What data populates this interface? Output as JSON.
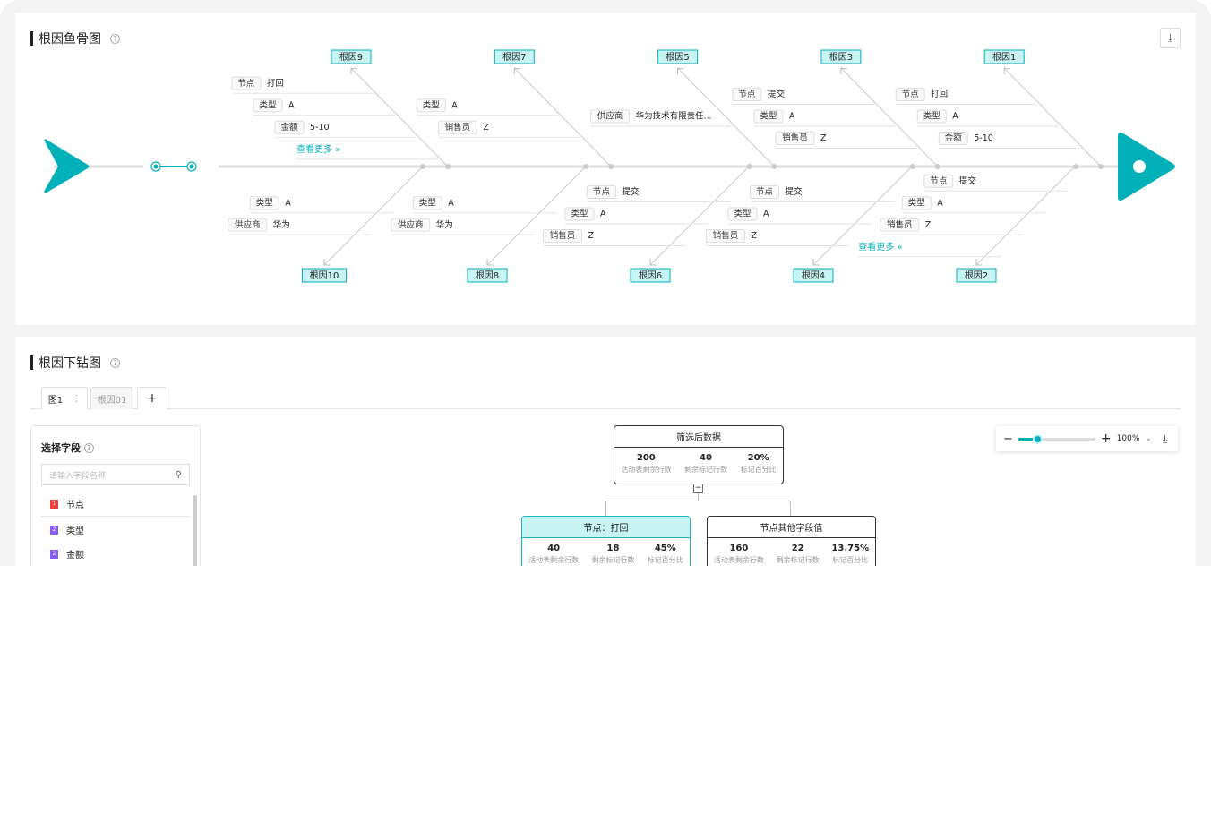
{
  "fishbone": {
    "title": "根因鱼骨图",
    "help_icon": "?",
    "download_icon": "download-icon",
    "accent_color": "#00b0b9",
    "label_bg": "#c8f3f3",
    "more_label": "查看更多 »",
    "branches": [
      {
        "label": "根因9",
        "side": "top",
        "fields": [
          [
            "节点",
            "打回"
          ],
          [
            "类型",
            "A"
          ],
          [
            "金额",
            "5-10"
          ]
        ],
        "more": true
      },
      {
        "label": "根因7",
        "side": "top",
        "fields": [
          [
            "类型",
            "A"
          ],
          [
            "销售员",
            "Z"
          ]
        ],
        "more": false
      },
      {
        "label": "根因5",
        "side": "top",
        "fields": [
          [
            "供应商",
            "华为技术有限责任..."
          ]
        ],
        "more": false
      },
      {
        "label": "根因3",
        "side": "top",
        "fields": [
          [
            "节点",
            "提交"
          ],
          [
            "类型",
            "A"
          ],
          [
            "销售员",
            "Z"
          ]
        ],
        "more": false
      },
      {
        "label": "根因1",
        "side": "top",
        "fields": [
          [
            "节点",
            "打回"
          ],
          [
            "类型",
            "A"
          ],
          [
            "金额",
            "5-10"
          ]
        ],
        "more": false
      },
      {
        "label": "根因10",
        "side": "bottom",
        "fields": [
          [
            "类型",
            "A"
          ],
          [
            "供应商",
            "华为"
          ]
        ],
        "more": false
      },
      {
        "label": "根因8",
        "side": "bottom",
        "fields": [
          [
            "类型",
            "A"
          ],
          [
            "供应商",
            "华为"
          ]
        ],
        "more": false
      },
      {
        "label": "根因6",
        "side": "bottom",
        "fields": [
          [
            "节点",
            "提交"
          ],
          [
            "类型",
            "A"
          ],
          [
            "销售员",
            "Z"
          ]
        ],
        "more": false
      },
      {
        "label": "根因4",
        "side": "bottom",
        "fields": [
          [
            "节点",
            "提交"
          ],
          [
            "类型",
            "A"
          ],
          [
            "销售员",
            "Z"
          ]
        ],
        "more": false
      },
      {
        "label": "根因2",
        "side": "bottom",
        "fields": [
          [
            "节点",
            "提交"
          ],
          [
            "类型",
            "A"
          ],
          [
            "销售员",
            "Z"
          ]
        ],
        "more": true
      }
    ]
  },
  "drill": {
    "title": "根因下钻图",
    "tabs": [
      {
        "label": "图1",
        "menu": "⋮"
      },
      {
        "label": "根因01"
      }
    ],
    "add_tab": "+",
    "field_panel": {
      "title": "选择字段",
      "search_placeholder": "请输入字段名称",
      "items": [
        {
          "label": "节点",
          "badge": "1",
          "color": "#f04040"
        },
        {
          "label": "类型",
          "badge": "2",
          "color": "#8a5cf6"
        },
        {
          "label": "金额",
          "badge": "2",
          "color": "#8a5cf6"
        }
      ]
    },
    "zoom": {
      "minus": "−",
      "plus": "+",
      "level": "100%",
      "slider_fraction": 0.25
    },
    "collapse_icon": "−",
    "root_node": {
      "title": "筛选后数据",
      "stats": [
        [
          "200",
          "活动表剩余行数"
        ],
        [
          "40",
          "剩余标记行数"
        ],
        [
          "20%",
          "标记百分比"
        ]
      ]
    },
    "children": [
      {
        "title": "节点：打回",
        "selected": true,
        "stats": [
          [
            "40",
            "活动表剩余行数"
          ],
          [
            "18",
            "剩余标记行数"
          ],
          [
            "45%",
            "标记百分比"
          ]
        ]
      },
      {
        "title": "节点其他字段值",
        "selected": false,
        "stats": [
          [
            "160",
            "活动表剩余行数"
          ],
          [
            "22",
            "剩余标记行数"
          ],
          [
            "13.75%",
            "标记百分比"
          ]
        ]
      }
    ]
  }
}
